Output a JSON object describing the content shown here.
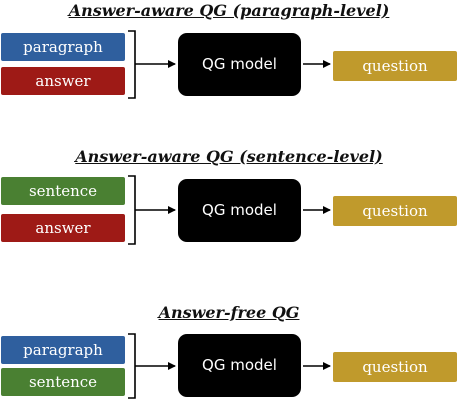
{
  "colors": {
    "paragraph": "#2f5f9e",
    "answer": "#9e1a16",
    "sentence": "#4a8032",
    "question": "#c09a2c",
    "model": "#000000"
  },
  "sections": [
    {
      "title": "Answer-aware QG (paragraph-level)",
      "inputs": [
        "paragraph",
        "answer"
      ],
      "model": "QG model",
      "output": "question"
    },
    {
      "title": "Answer-aware QG (sentence-level)",
      "inputs": [
        "sentence",
        "answer"
      ],
      "model": "QG model",
      "output": "question"
    },
    {
      "title": "Answer-free QG",
      "inputs": [
        "paragraph",
        "sentence"
      ],
      "model": "QG model",
      "output": "question"
    }
  ]
}
